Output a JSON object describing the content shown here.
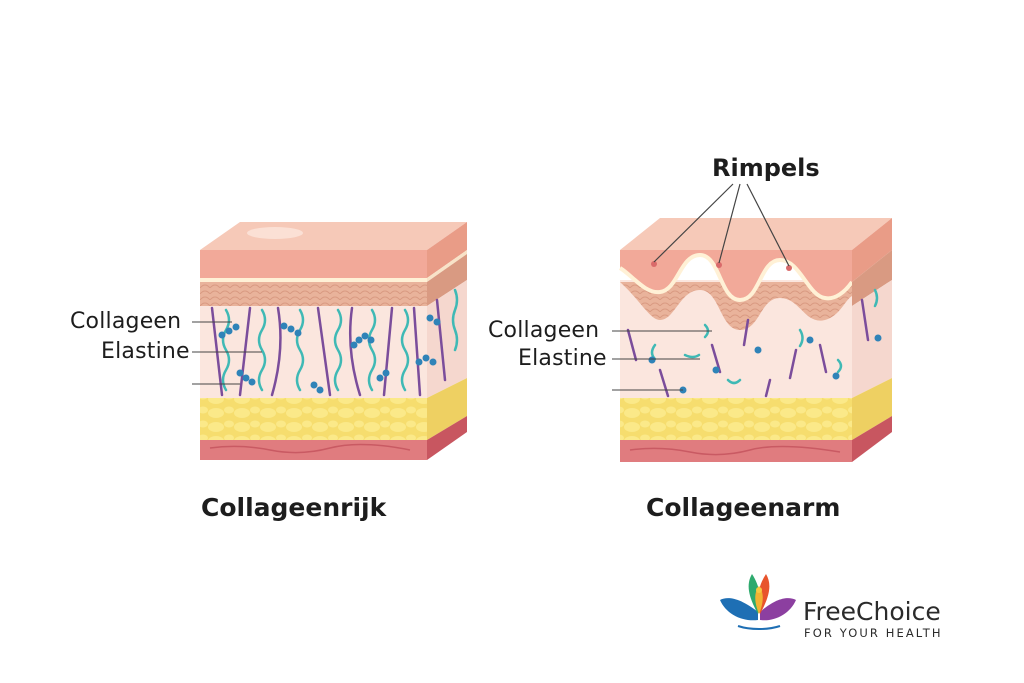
{
  "diagram": {
    "rich": {
      "collagen_label": "Collageen",
      "elastin_label": "Elastine",
      "caption": "Collageenrijk"
    },
    "poor": {
      "collagen_label": "Collageen",
      "elastin_label": "Elastine",
      "wrinkles_label": "Rimpels",
      "caption": "Collageenarm"
    }
  },
  "logo": {
    "name": "FreeChoice",
    "tagline": "FOR YOUR HEALTH"
  },
  "colors": {
    "skin_top": "#f4b9a4",
    "skin_side": "#e99c87",
    "dermis": "#fbe4dc",
    "fat": "#f6dd6e",
    "muscle": "#d9656e",
    "collagen_fiber": "#7b4d9b",
    "elastin_fiber": "#3fb9b5",
    "collagen_dot": "#2f83b8"
  }
}
